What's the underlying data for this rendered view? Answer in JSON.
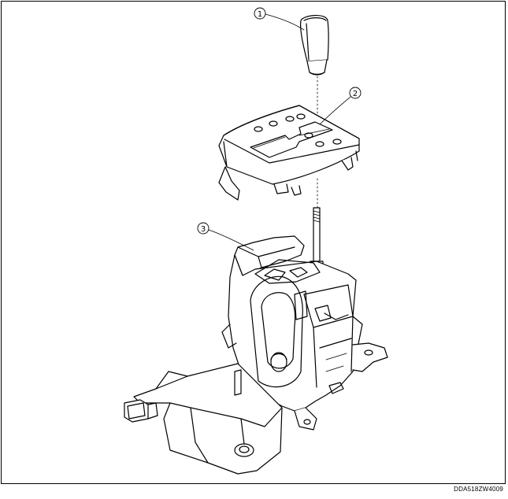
{
  "callouts": [
    {
      "number": "1",
      "part": "selector-knob"
    },
    {
      "number": "2",
      "part": "indicator-panel"
    },
    {
      "number": "3",
      "part": "selector-lever-base"
    }
  ],
  "figure_code": "DDA518ZW4009",
  "colors": {
    "line": "#000000",
    "background": "#ffffff"
  }
}
